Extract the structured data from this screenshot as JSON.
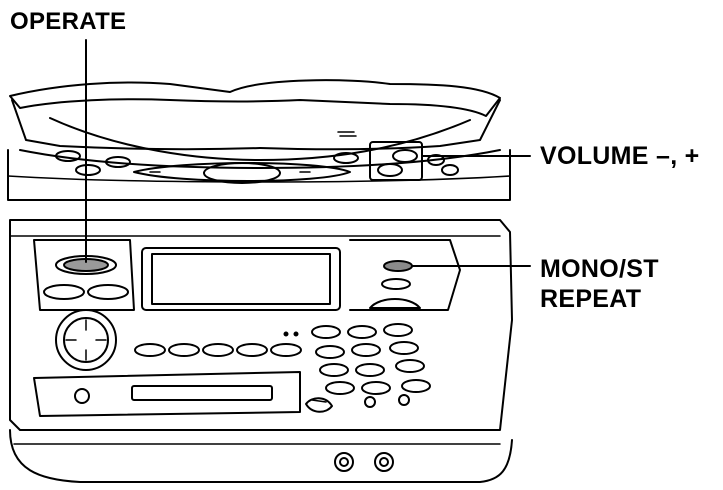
{
  "labels": {
    "operate": "OPERATE",
    "volume": "VOLUME –, +",
    "mono_st": "MONO/ST",
    "repeat": "REPEAT"
  },
  "colors": {
    "line": "#000000",
    "background": "#ffffff",
    "operate_button_fill": "#9a9a9a",
    "mono_button_fill": "#8a8a8a"
  }
}
